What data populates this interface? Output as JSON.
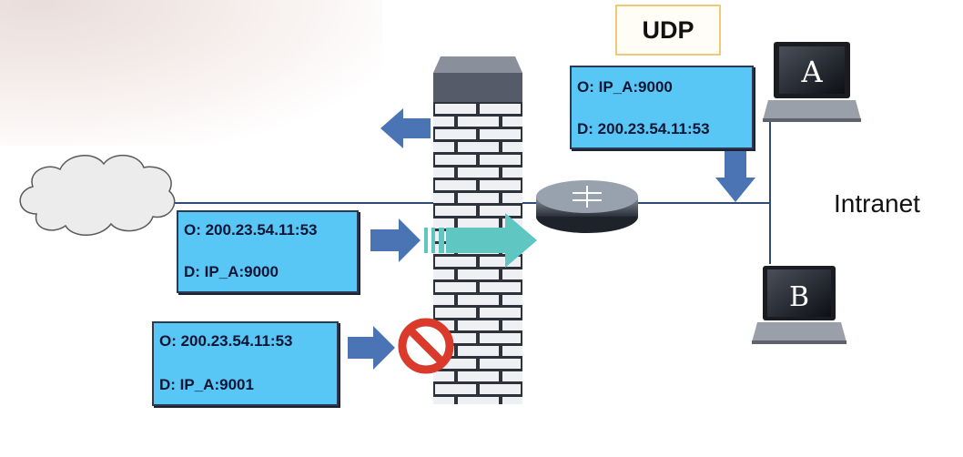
{
  "udp_label": "UDP",
  "intranet_label": "Intranet",
  "hosts": {
    "a": "A",
    "b": "B"
  },
  "packets": {
    "outgoing": {
      "origin": "O: IP_A:9000",
      "destination": "D: 200.23.54.11:53"
    },
    "reply_allowed": {
      "origin": "O: 200.23.54.11:53",
      "destination": "D: IP_A:9000"
    },
    "reply_blocked": {
      "origin": "O: 200.23.54.11:53",
      "destination": "D: IP_A:9001"
    }
  },
  "colors": {
    "packet_fill": "#59c7f5",
    "arrow_blue": "#4a74b4",
    "arrow_teal": "#5fc6c1",
    "blocked_red": "#d93a2b",
    "udp_border": "#f0c977"
  },
  "icons": [
    "cloud-icon",
    "firewall-icon",
    "router-icon",
    "laptop-icon",
    "blocked-icon"
  ]
}
